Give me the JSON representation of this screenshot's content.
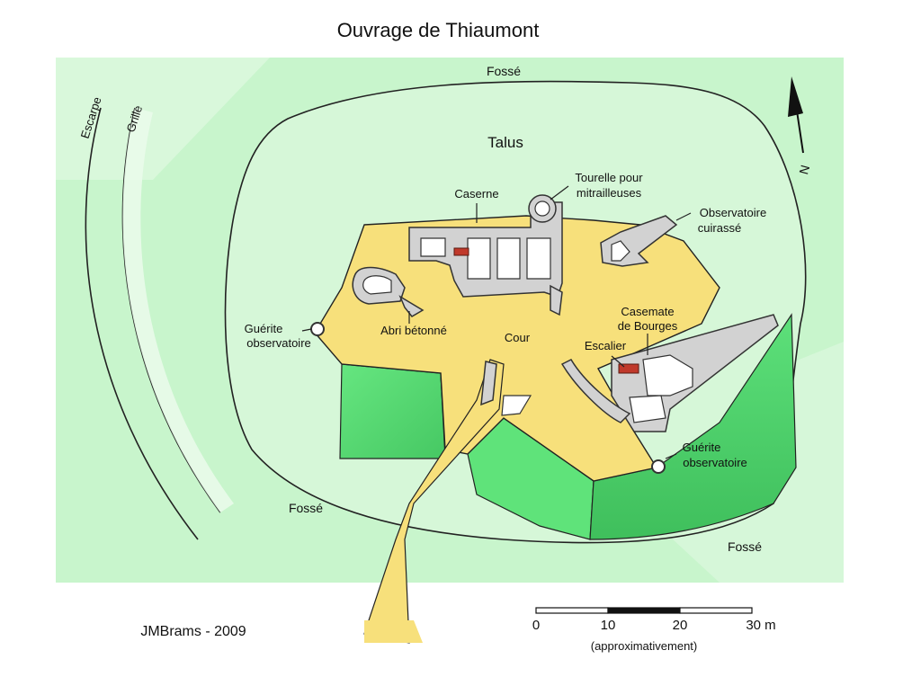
{
  "title": "Ouvrage de Thiaumont",
  "labels": {
    "fosse_top": "Fossé",
    "fosse_left": "Fossé",
    "fosse_right": "Fossé",
    "talus": "Talus",
    "escarpe": "Escarpe",
    "grille": "Grille",
    "caserne": "Caserne",
    "tourelle_line1": "Tourelle pour",
    "tourelle_line2": "mitrailleuses",
    "observatoire_line1": "Observatoire",
    "observatoire_line2": "cuirassé",
    "abri": "Abri bétonné",
    "cour": "Cour",
    "casemate_line1": "Casemate",
    "casemate_line2": "de Bourges",
    "escalier": "Escalier",
    "guerite_left_line1": "Guérite",
    "guerite_left_line2": "observatoire",
    "guerite_right_line1": "Guérite",
    "guerite_right_line2": "observatoire"
  },
  "north_label": "N",
  "credit": "JMBrams - 2009",
  "scale": {
    "ticks": [
      "0",
      "10",
      "20",
      "30 m"
    ],
    "note": "(approximativement)"
  },
  "colors": {
    "glacis": "#c8f5cc",
    "talus": "#d6f7d8",
    "ditch": "#5fe37a",
    "cour": "#f7e07b",
    "walls": "#d2d2d2",
    "stairs": "#c0392b"
  }
}
